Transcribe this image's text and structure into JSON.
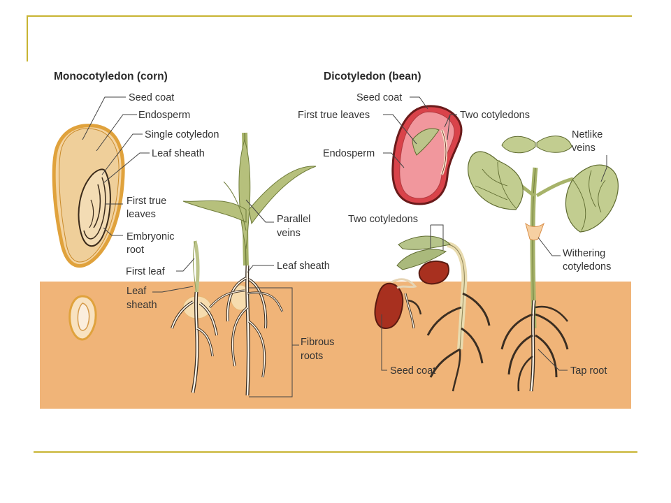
{
  "slide": {
    "rule_color": "#c8b432",
    "soil_color": "#f0b478"
  },
  "mono": {
    "heading": "Monocotyledon (corn)",
    "seed_coat": "Seed coat",
    "endosperm": "Endosperm",
    "single_cotyledon": "Single cotyledon",
    "leaf_sheath_top": "Leaf sheath",
    "first_true_leaves_1": "First true",
    "first_true_leaves_2": "leaves",
    "embryonic_root_1": "Embryonic",
    "embryonic_root_2": "root",
    "first_leaf": "First leaf",
    "leaf_sheath_lower_1": "Leaf",
    "leaf_sheath_lower_2": "sheath",
    "parallel_veins_1": "Parallel",
    "parallel_veins_2": "veins",
    "leaf_sheath_plant": "Leaf sheath",
    "fibrous_roots_1": "Fibrous",
    "fibrous_roots_2": "roots"
  },
  "dicot": {
    "heading": "Dicotyledon (bean)",
    "seed_coat": "Seed coat",
    "first_true_leaves": "First true leaves",
    "two_cotyledons_top": "Two cotyledons",
    "endosperm": "Endosperm",
    "netlike_veins_1": "Netlike",
    "netlike_veins_2": "veins",
    "two_cotyledons_mid": "Two cotyledons",
    "withering_1": "Withering",
    "withering_2": "cotyledons",
    "seed_coat_lower": "Seed coat",
    "tap_root": "Tap root"
  }
}
